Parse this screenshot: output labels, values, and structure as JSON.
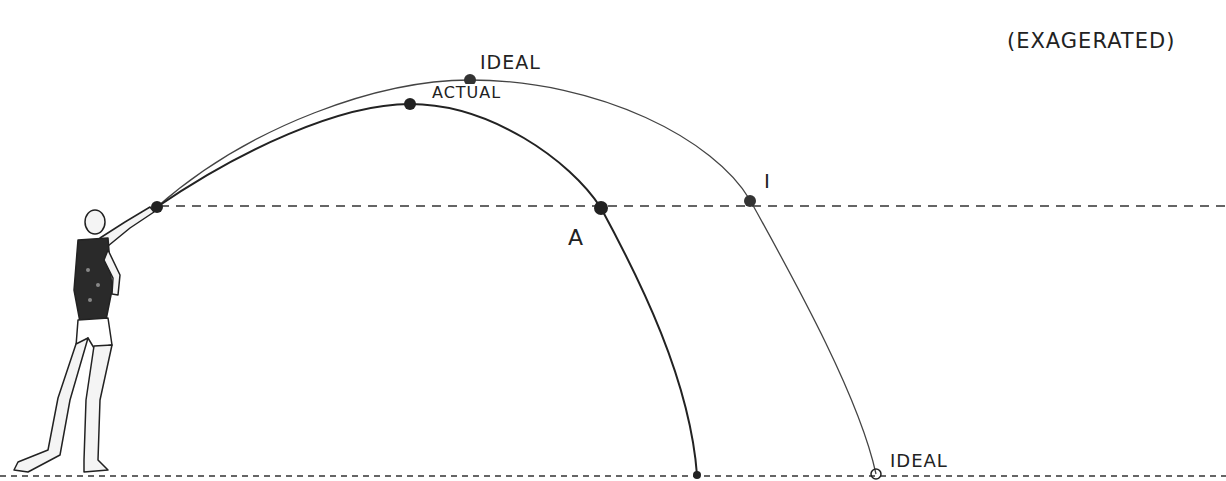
{
  "diagram": {
    "labels": [
      "IDEAL",
      "(EXAGERATED)",
      "ACTUAL",
      "I",
      "A",
      "IDEAL"
    ]
  }
}
